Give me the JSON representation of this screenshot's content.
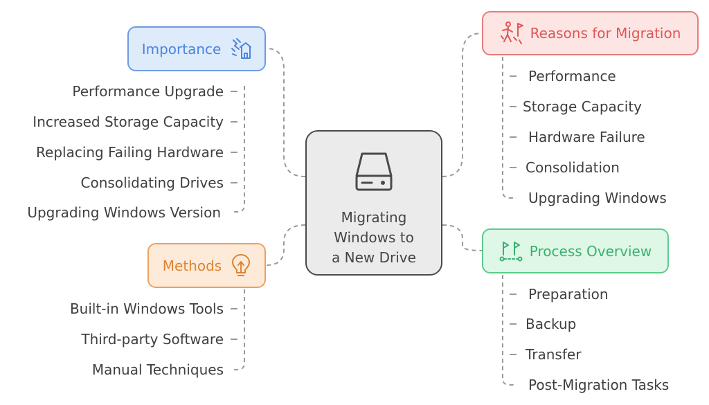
{
  "center": {
    "title_lines": [
      "Migrating",
      "Windows to",
      "a New Drive"
    ],
    "icon": "hard-drive-icon"
  },
  "branches": {
    "importance": {
      "label": "Importance",
      "icon": "broken-house-icon",
      "color": "#4b84dd",
      "items": [
        "Performance Upgrade",
        "Increased Storage Capacity",
        "Replacing Failing Hardware",
        "Consolidating Drives",
        "Upgrading Windows Version"
      ]
    },
    "reasons": {
      "label": "Reasons for Migration",
      "icon": "climber-flag-icon",
      "color": "#de5656",
      "items": [
        "Performance",
        "Storage Capacity",
        "Hardware Failure",
        "Consolidation",
        "Upgrading Windows"
      ]
    },
    "methods": {
      "label": "Methods",
      "icon": "lightbulb-icon",
      "color": "#dd8432",
      "items": [
        "Built-in Windows Tools",
        "Third-party Software",
        "Manual Techniques"
      ]
    },
    "process": {
      "label": "Process Overview",
      "icon": "route-flags-icon",
      "color": "#39b16d",
      "items": [
        "Preparation",
        "Backup",
        "Transfer",
        "Post-Migration Tasks"
      ]
    }
  }
}
